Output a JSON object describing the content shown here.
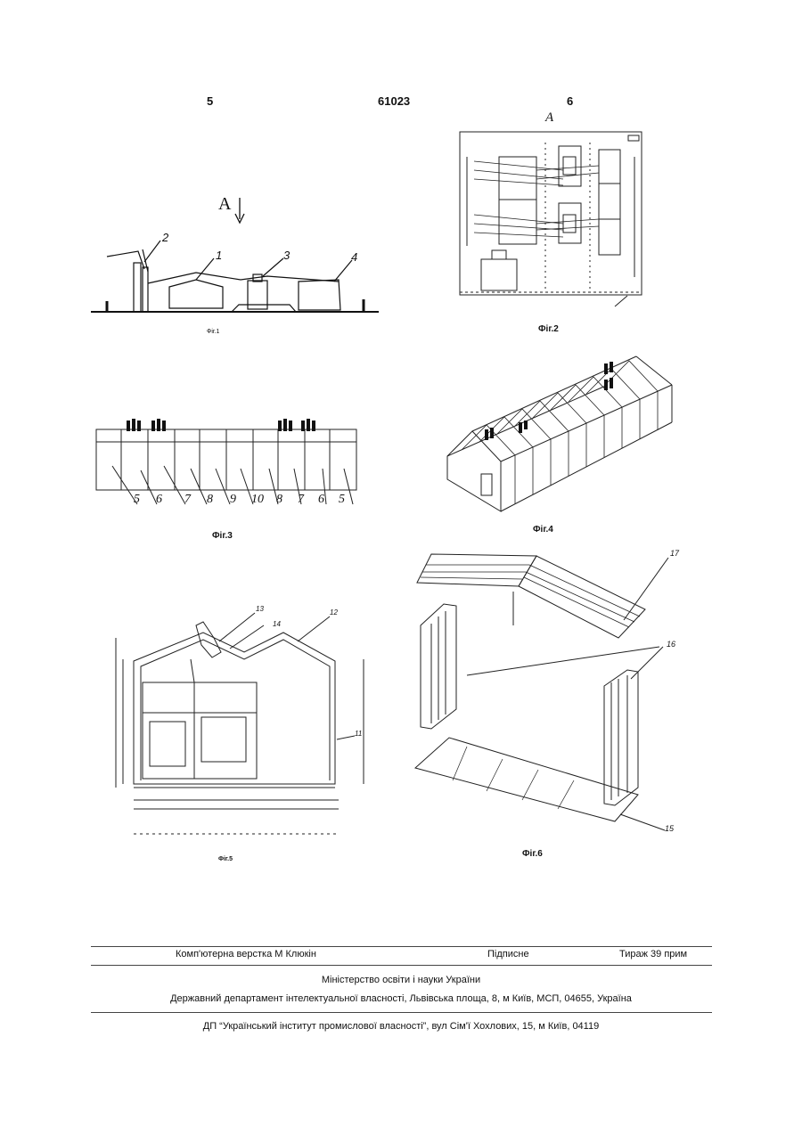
{
  "header": {
    "left_page": "5",
    "patent_number": "61023",
    "right_page": "6"
  },
  "figures": {
    "fig1": {
      "caption": "Фіг.1",
      "view_arrow": "А",
      "labels": [
        "1",
        "2",
        "3",
        "4"
      ]
    },
    "fig2": {
      "caption": "Фіг.2",
      "view_label": "А"
    },
    "fig3": {
      "caption": "Фіг.3",
      "labels": [
        "5",
        "6",
        "7",
        "8",
        "9",
        "10",
        "8",
        "7",
        "6",
        "5"
      ]
    },
    "fig4": {
      "caption": "Фіг.4"
    },
    "fig5": {
      "caption": "Фіг.5",
      "labels": [
        "13",
        "14",
        "12",
        "11"
      ]
    },
    "fig6": {
      "caption": "Фіг.6",
      "labels": [
        "17",
        "16",
        "15"
      ]
    }
  },
  "footer": {
    "typesetting": "Комп'ютерна верстка М  Клюкін",
    "subscription": "Підписне",
    "circulation": "Тираж 39 прим",
    "ministry": "Міністерство освіти і науки України",
    "department": "Державний департамент інтелектуальної власності, Львівська площа, 8, м  Київ, МСП, 04655, Україна",
    "institute": "ДП “Український інститут промислової власності”, вул  Сім'ї Хохлових, 15, м  Київ, 04119"
  }
}
